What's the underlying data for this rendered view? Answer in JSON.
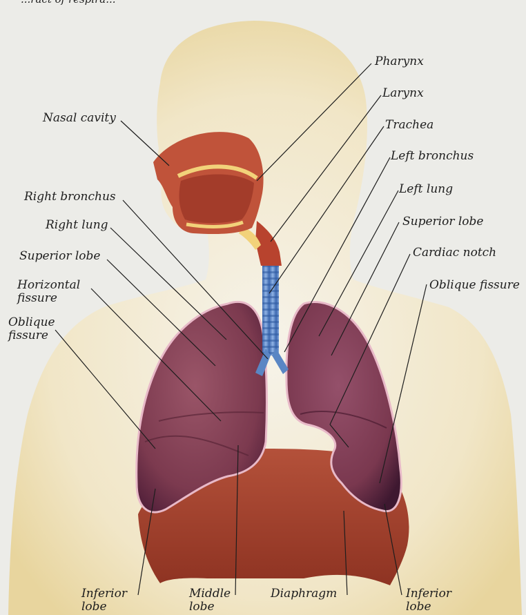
{
  "top_fragment": "...ract of respira...",
  "labels": {
    "pharynx": "Pharynx",
    "larynx": "Larynx",
    "trachea": "Trachea",
    "nasal_cavity": "Nasal cavity",
    "left_bronchus": "Left bronchus",
    "left_lung": "Left lung",
    "right_bronchus": "Right bronchus",
    "right_lung": "Right lung",
    "superior_lobe_right": "Superior lobe",
    "superior_lobe_left": "Superior lobe",
    "cardiac_notch": "Cardiac notch",
    "horizontal_fissure": "Horizontal\nfissure",
    "oblique_fissure_right": "Oblique\nfissure",
    "oblique_fissure_left": "Oblique fissure",
    "inferior_lobe_right": "Inferior\nlobe",
    "middle_lobe": "Middle\nlobe",
    "diaphragm": "Diaphragm",
    "inferior_lobe_left": "Inferior\nlobe"
  },
  "colors": {
    "background": "#ecece8",
    "body": "#f2e7c4",
    "lung": "#7e3a4e",
    "diaphragm": "#a8452f",
    "trachea": "#5a86c4",
    "airway": "#b8432e"
  }
}
